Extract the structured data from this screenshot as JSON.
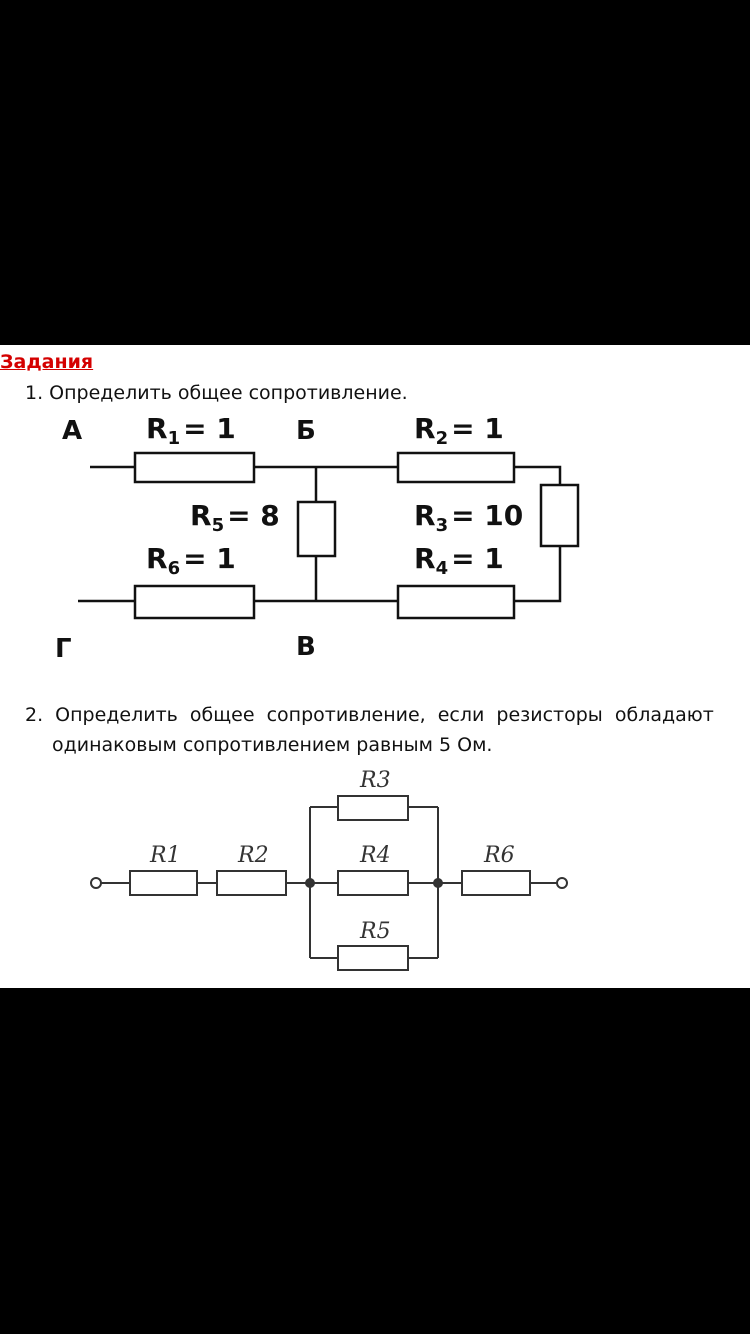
{
  "heading": "Задания",
  "task1": {
    "text": "1. Определить общее сопротивление.",
    "nodes": {
      "a": "А",
      "b": "Б",
      "v": "В",
      "g": "Г"
    },
    "resistors": {
      "r1": {
        "name": "R",
        "sub": "1",
        "value": "= 1"
      },
      "r2": {
        "name": "R",
        "sub": "2",
        "value": "= 1"
      },
      "r3": {
        "name": "R",
        "sub": "3",
        "value": "= 10"
      },
      "r4": {
        "name": "R",
        "sub": "4",
        "value": "= 1"
      },
      "r5": {
        "name": "R",
        "sub": "5",
        "value": "= 8"
      },
      "r6": {
        "name": "R",
        "sub": "6",
        "value": "= 1"
      }
    }
  },
  "task2": {
    "line1": "2. Определить общее сопротивление, если резисторы обладают",
    "line2": "одинаковым сопротивлением равным  5 Ом.",
    "labels": {
      "r1": "R1",
      "r2": "R2",
      "r3": "R3",
      "r4": "R4",
      "r5": "R5",
      "r6": "R6"
    }
  }
}
